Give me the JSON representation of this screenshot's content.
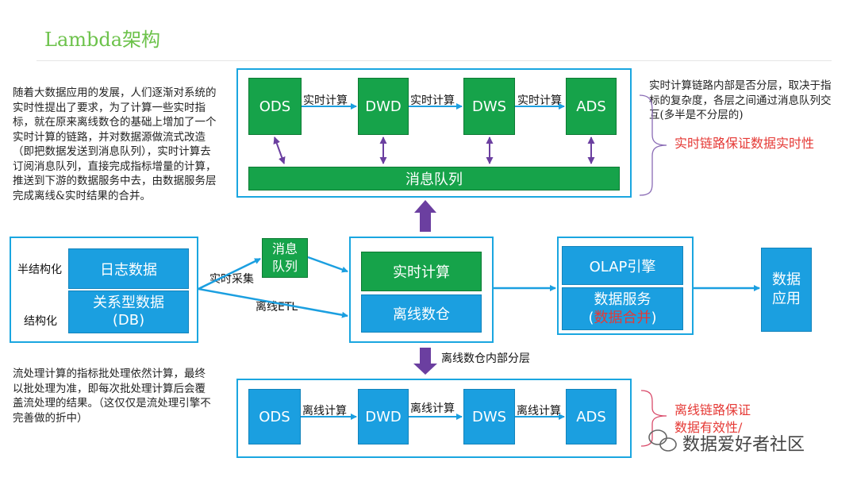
{
  "title": "Lambda架构",
  "notes": {
    "top_left": "随着大数据应用的发展，人们逐渐对系统的实时性提出了要求，为了计算一些实时指标，就在原来离线数仓的基础上增加了一个实时计算的链路，并对数据源做流式改造（即把数据发送到消息队列），实时计算去订阅消息队列，直接完成指标增量的计算，推送到下游的数据服务中去，由数据服务层完成离线&实时结果的合并。",
    "bottom_left": "流处理计算的指标批处理依然计算，最终以批处理为准，即每次批处理计算后会覆盖流处理的结果。（这仅仅是流处理引擎不完善做的折中）",
    "top_right": "实时计算链路内部是否分层，取决于指标的复杂度，各层之间通过消息队列交互(多半是不分层的)",
    "realtime_guarantee": "实时链路保证数据实时性",
    "offline_guarantee_1": "离线链路保证",
    "offline_guarantee_2": "数据有效性/"
  },
  "realtime_chain": {
    "nodes": [
      "ODS",
      "DWD",
      "DWS",
      "ADS"
    ],
    "edge_label": "实时计算",
    "queue": "消息队列"
  },
  "offline_chain": {
    "nodes": [
      "ODS",
      "DWD",
      "DWS",
      "ADS"
    ],
    "edge_label": "离线计算"
  },
  "sources": {
    "semi_label": "半结构化",
    "struct_label": "结构化",
    "log_data": "日志数据",
    "rdb_data_1": "关系型数据",
    "rdb_data_2": "(DB)"
  },
  "middle": {
    "mq_1": "消息",
    "mq_2": "队列",
    "realtime_collect": "实时采集",
    "offline_etl": "离线ETL",
    "realtime_compute": "实时计算",
    "offline_dw": "离线数仓",
    "offline_layering": "离线数仓内部分层"
  },
  "serving": {
    "olap": "OLAP引擎",
    "data_service": "数据服务",
    "merge_open": "(",
    "merge": "数据合并",
    "merge_close": ")",
    "app_1": "数据",
    "app_2": "应用"
  },
  "watermark": "数据爱好者社区",
  "colors": {
    "green": "#16a34a",
    "blue": "#1b9fe0",
    "frame": "#1aa6e0",
    "purple": "#6b3fa0",
    "red": "#e53935",
    "title": "#6cc24a"
  }
}
